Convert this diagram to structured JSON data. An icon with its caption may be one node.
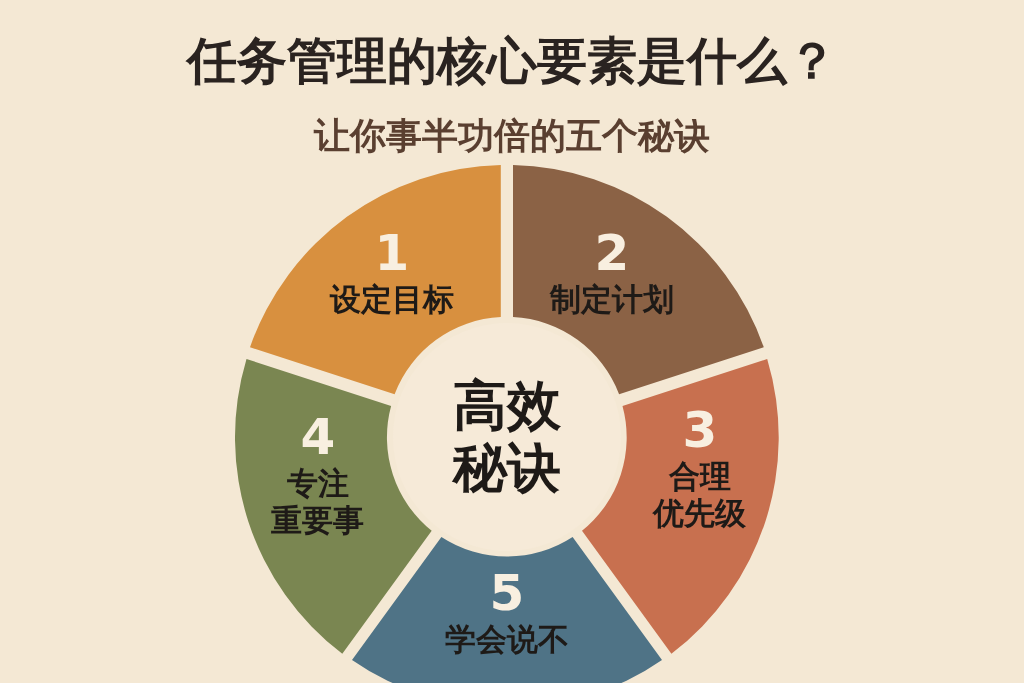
{
  "diagram": {
    "title": "任务管理的核心要素是什么？",
    "nodes": [
      {
        "text": [
          "1",
          "设定目标"
        ]
      },
      {
        "text": [
          "2",
          "制定计划"
        ]
      },
      {
        "text": [
          "3",
          "合理优先级"
        ]
      },
      {
        "text": [
          "4",
          "专注重要事"
        ]
      },
      {
        "text": [
          "5",
          "学会说不"
        ]
      },
      {
        "text": [
          "高效秘诀"
        ]
      }
    ],
    "labels": [
      "让你事半功倍的五个秘诀"
    ]
  }
}
